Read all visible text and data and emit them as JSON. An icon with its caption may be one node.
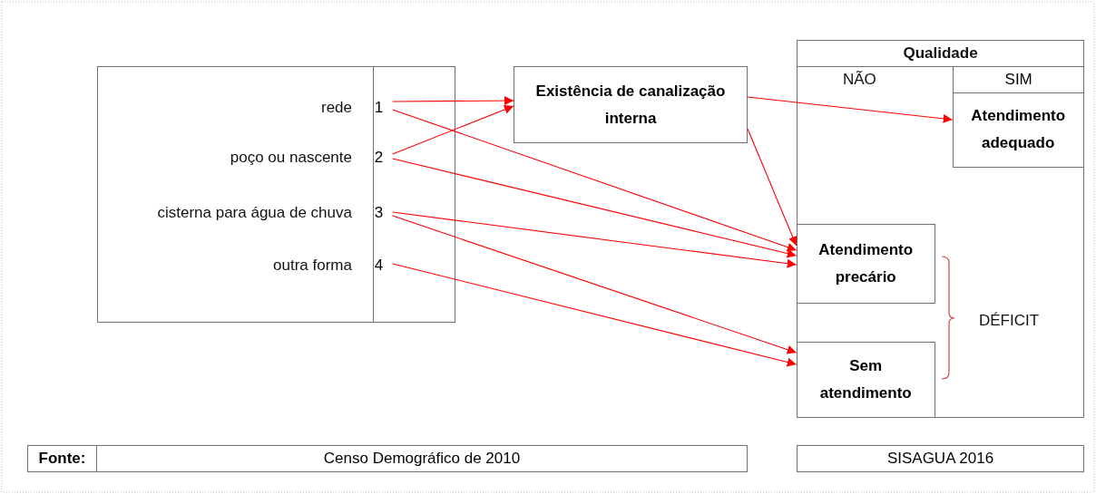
{
  "diagram": {
    "nodes": [
      {
        "text": [],
        "shape": "box"
      },
      {
        "text": [
          "1"
        ],
        "in": 0,
        "beside": [
          "rede"
        ]
      },
      {
        "text": [
          "2"
        ],
        "in": 0,
        "beside": [
          "poço ou nascente"
        ]
      },
      {
        "text": [
          "3"
        ],
        "in": 0,
        "beside": [
          "cisterna para água de chuva"
        ]
      },
      {
        "text": [
          "4"
        ],
        "in": 0,
        "beside": [
          "outra forma"
        ]
      },
      {
        "text": [
          "Existência de canalização interna"
        ]
      },
      {
        "text": [
          "Qualidade",
          "NÃO",
          "SIM"
        ]
      },
      {
        "text": [
          "Atendimento adequado"
        ],
        "in": 6
      },
      {
        "text": [
          "Atendimento precário"
        ],
        "in": 6
      },
      {
        "text": [
          "Sem atendimento"
        ],
        "in": 6
      }
    ],
    "edges": [
      {
        "from": 1,
        "to": 5,
        "arrow": "to"
      },
      {
        "from": 1,
        "to": 8,
        "arrow": "to"
      },
      {
        "from": 2,
        "to": 5,
        "arrow": "to"
      },
      {
        "from": 2,
        "to": 8,
        "arrow": "to"
      },
      {
        "from": 3,
        "to": 8,
        "arrow": "to"
      },
      {
        "from": 3,
        "to": 9,
        "arrow": "to"
      },
      {
        "from": 4,
        "to": 9,
        "arrow": "to"
      },
      {
        "from": 5,
        "to": 7,
        "arrow": "to"
      },
      {
        "from": 5,
        "to": 8,
        "arrow": "to"
      }
    ],
    "labels": [
      "DÉFICIT",
      "Fonte:",
      "Censo Demográfico de 2010",
      "SISAGUA 2016"
    ]
  }
}
